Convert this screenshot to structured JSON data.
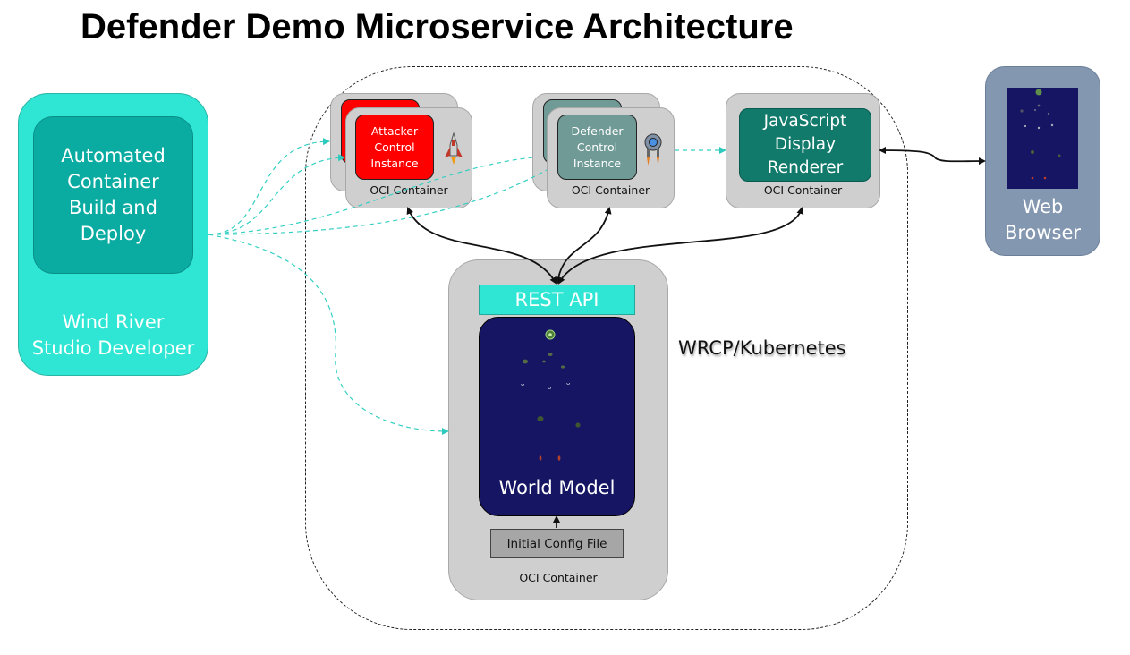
{
  "title": "Defender Demo Microservice Architecture",
  "studio": {
    "inner_label": "Automated\nContainer\nBuild and\nDeploy",
    "label": "Wind River\nStudio Developer"
  },
  "attacker": {
    "label": "Attacker\nControl\nInstance",
    "container_label": "OCI Container"
  },
  "defender": {
    "label": "Defender\nControl\nInstance",
    "container_label": "OCI Container"
  },
  "renderer": {
    "label": "JavaScript\nDisplay\nRenderer",
    "container_label": "OCI Container"
  },
  "browser": {
    "label": "Web\nBrowser"
  },
  "world": {
    "rest_api": "REST API",
    "model_label": "World Model",
    "config_label": "Initial Config File",
    "container_label": "OCI Container"
  },
  "platform_label": "WRCP/Kubernetes",
  "colors": {
    "studio": "#2ee6d3",
    "studio_inner": "#0aaba1",
    "attacker": "#ff0000",
    "defender": "#6f9a96",
    "renderer": "#117a6a",
    "world_model": "#151563",
    "browser": "#8497b0",
    "container": "#cfcfcf"
  },
  "icons": {
    "attacker": "rocket-ship-icon",
    "defender": "defender-ship-icon"
  }
}
